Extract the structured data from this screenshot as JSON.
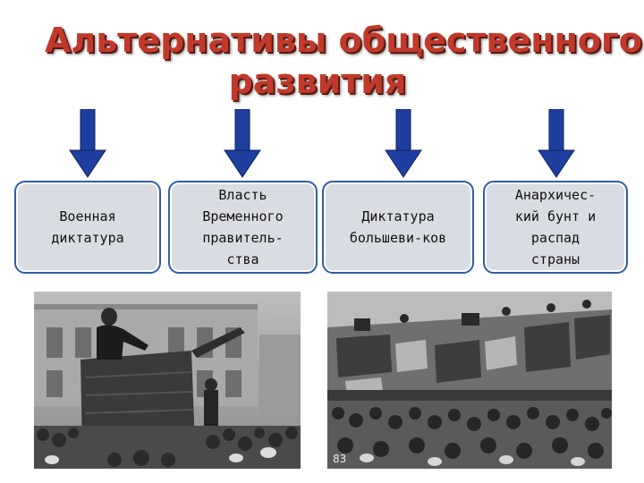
{
  "title": {
    "line1": "Альтернативы общественного",
    "line2": "развития"
  },
  "alternatives": [
    {
      "label": "Военная\nдиктатура"
    },
    {
      "label": "Власть\nВременного\nправитель-\nства"
    },
    {
      "label": "Диктатура\nбольшеви-ков"
    },
    {
      "label": "Анархичес-\nкий бунт и\nраспад\nстраны"
    }
  ],
  "photos": {
    "right_caption": "83"
  },
  "colors": {
    "title": "#c0392b",
    "arrow": "#1f3fa0",
    "box_border": "#2f5da8",
    "box_fill": "#d9dde3"
  }
}
